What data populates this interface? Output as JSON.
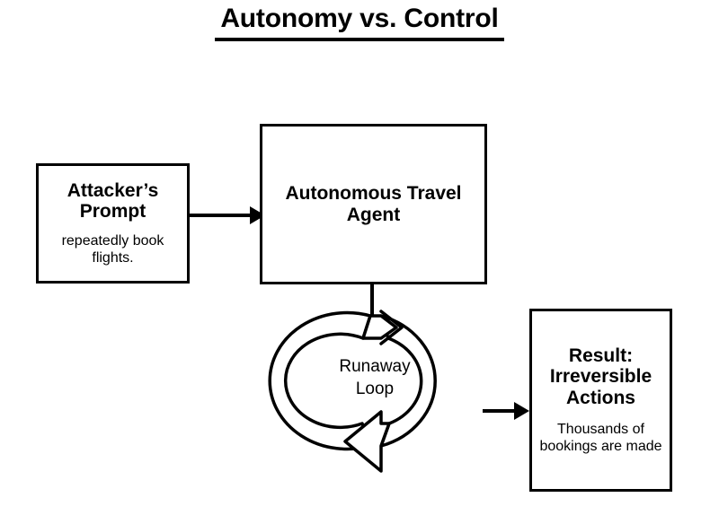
{
  "figure": {
    "title": "Autonomy vs. Control",
    "background_color": "#ffffff",
    "stroke_color": "#000000"
  },
  "nodes": {
    "attacker": {
      "heading": "Attacker’s Prompt",
      "subtext": "repeatedly book flights."
    },
    "agent": {
      "heading": "Autonomous Travel Agent"
    },
    "loop": {
      "label_line1": "Runaway",
      "label_line2": "Loop"
    },
    "result": {
      "heading": "Result: Irreversible Actions",
      "subtext": "Thousands of bookings are made"
    }
  },
  "connectors": {
    "attacker_to_agent": "arrow-right",
    "agent_to_loop": "line-down",
    "loop_to_result": "arrow-right",
    "loop_arrow_top": "clockwise-arrowhead-right",
    "loop_arrow_bottom": "clockwise-arrowhead-left"
  }
}
